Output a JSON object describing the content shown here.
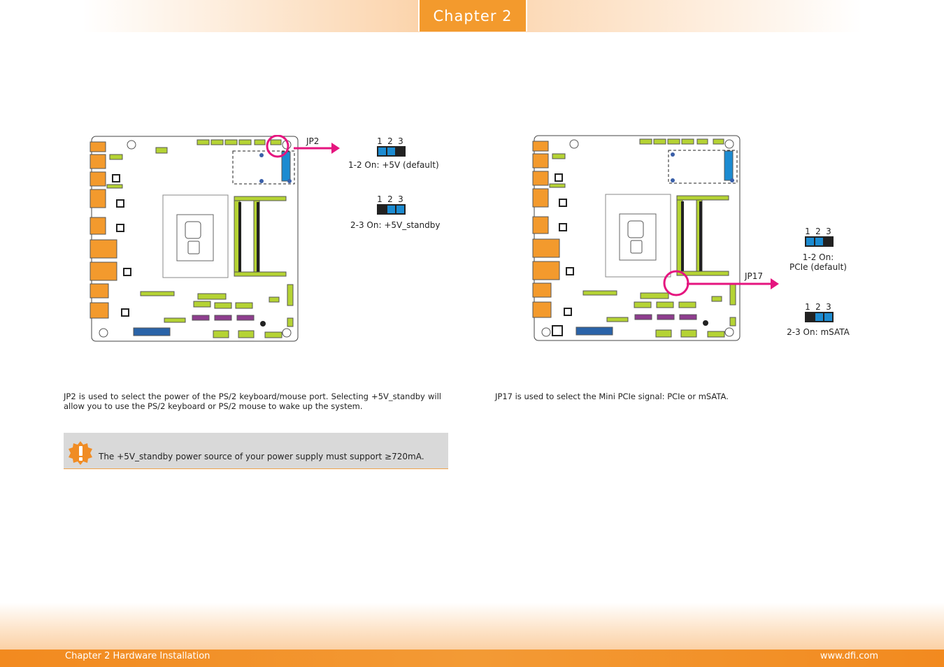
{
  "header": {
    "chapter_tab": "Chapter 2"
  },
  "left": {
    "callout": "JP2",
    "jumper_on_default": {
      "numbers": [
        "1",
        "2",
        "3"
      ],
      "label": "1-2 On: +5V (default)"
    },
    "jumper_standby": {
      "numbers": [
        "1",
        "2",
        "3"
      ],
      "label": "2-3 On: +5V_standby"
    },
    "description": "JP2 is used to select the power of the PS/2 keyboard/mouse port. Selecting +5V_standby will allow you to use the PS/2 keyboard or PS/2 mouse to wake up the system.",
    "note": "The +5V_standby power source of your power supply must support ≥720mA."
  },
  "right": {
    "callout": "JP17",
    "jumper_pcie": {
      "numbers": [
        "1",
        "2",
        "3"
      ],
      "label_line1": "1-2 On:",
      "label_line2": "PCIe (default)"
    },
    "jumper_msata": {
      "numbers": [
        "1",
        "2",
        "3"
      ],
      "label": "2-3 On: mSATA"
    },
    "description": "JP17 is used to select the Mini PCIe signal: PCIe or mSATA."
  },
  "footer": {
    "left": "Chapter 2 Hardware Installation",
    "right": "www.dfi.com"
  },
  "colors": {
    "accent_orange": "#f39a2d",
    "jumper_blue": "#1c8bd1",
    "arrow_magenta": "#e5157f",
    "slot_green": "#b5d334"
  },
  "icons": {
    "note": "warning-exclamation-icon"
  }
}
